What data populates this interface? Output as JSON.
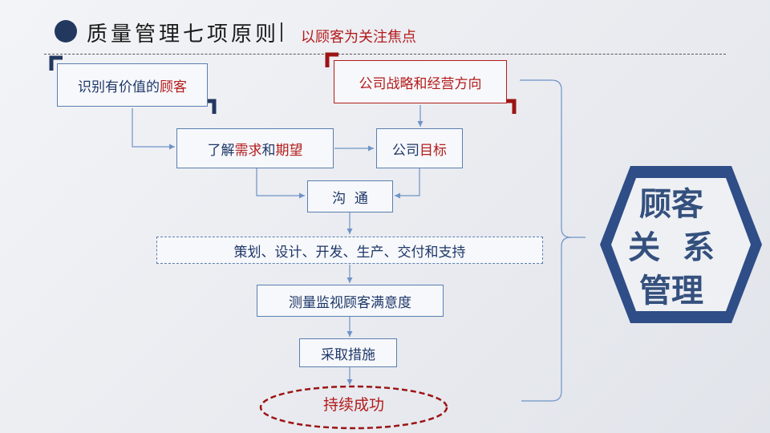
{
  "header": {
    "title": "质量管理七项原则",
    "subtitle": "以顾客为关注焦点"
  },
  "flow": {
    "identify": {
      "prefix": "识别有价值的",
      "highlight": "顾客"
    },
    "strategy": "公司战略和经营方向",
    "needs": {
      "p1": "了解",
      "h1": "需求",
      "p2": "和",
      "h2": "期望"
    },
    "goal": {
      "prefix": "公司",
      "highlight": "目标"
    },
    "communicate": "沟  通",
    "plan": "策划、设计、开发、生产、交付和支持",
    "measure": "测量监视顾客满意度",
    "action": "采取措施",
    "success": "持续成功"
  },
  "hexagon": {
    "line1": "顾客",
    "line2": "关  系",
    "line3": "管理"
  },
  "colors": {
    "accent_red": "#b31b1b",
    "navy": "#22385f",
    "box_border": "#5a7fb0"
  }
}
